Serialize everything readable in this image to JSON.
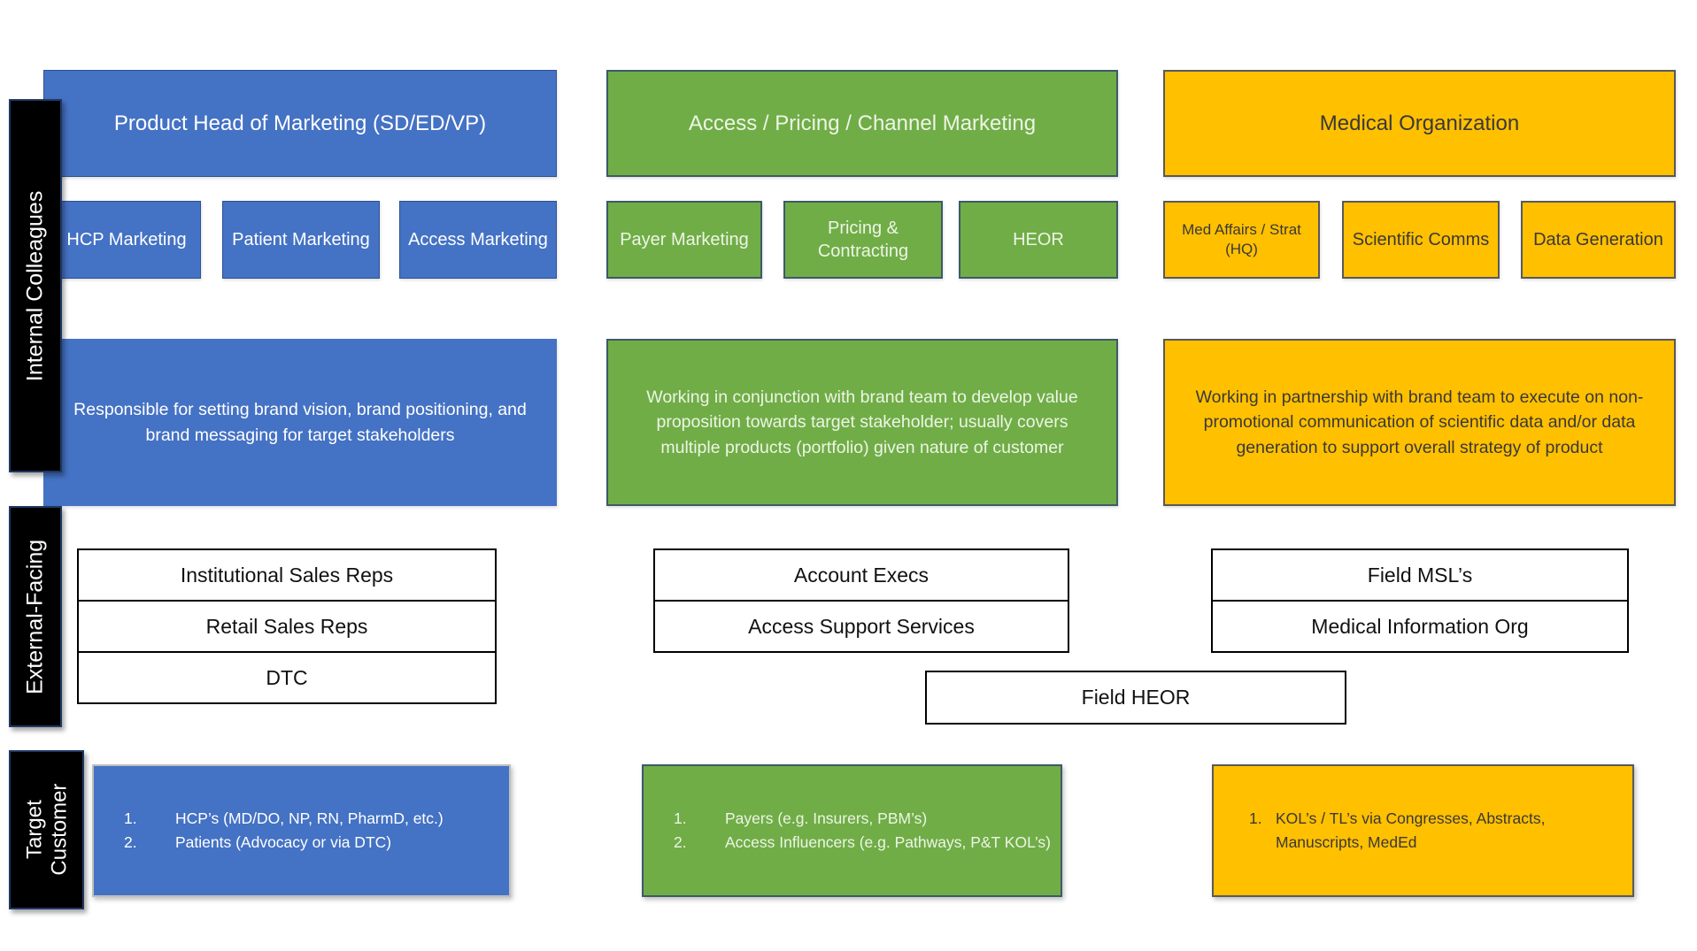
{
  "colors": {
    "blue": "#4472C4",
    "blue_border": "#2F528F",
    "green": "#70AD47",
    "green_border": "#3D5A68",
    "orange": "#FFC000",
    "orange_border": "#595959",
    "label_bg": "#000000",
    "label_border": "#1F3864"
  },
  "row_labels": {
    "internal": "Internal Colleagues",
    "external": "External-Facing",
    "target": "Target Customer"
  },
  "columns": [
    {
      "header": "Product Head of Marketing (SD/ED/VP)",
      "sub_boxes": [
        "HCP Marketing",
        "Patient Marketing",
        "Access Marketing"
      ],
      "description": "Responsible for setting brand vision, brand positioning, and brand messaging for target stakeholders",
      "external_boxes": [
        "Institutional Sales Reps",
        "Retail Sales Reps",
        "DTC"
      ],
      "target_customers": [
        "HCP’s (MD/DO, NP, RN, PharmD, etc.)",
        "Patients (Advocacy or via DTC)"
      ]
    },
    {
      "header": "Access / Pricing / Channel Marketing",
      "sub_boxes": [
        "Payer Marketing",
        "Pricing & Contracting",
        "HEOR"
      ],
      "description": "Working in conjunction with brand team to develop value proposition towards target stakeholder; usually covers multiple products (portfolio) given nature of customer",
      "external_boxes": [
        "Account Execs",
        "Access Support Services"
      ],
      "target_customers": [
        "Payers (e.g. Insurers, PBM’s)",
        "Access Influencers (e.g. Pathways, P&T KOL’s)"
      ]
    },
    {
      "header": "Medical Organization",
      "sub_boxes": [
        "Med Affairs / Strat (HQ)",
        "Scientific Comms",
        "Data Generation"
      ],
      "description": "Working in partnership with brand team to execute on non-promotional communication of scientific data and/or data generation to support overall strategy of product",
      "external_boxes": [
        "Field MSL’s",
        "Medical Information Org"
      ],
      "target_customers": [
        "KOL’s / TL’s via Congresses, Abstracts, Manuscripts, MedEd"
      ]
    }
  ],
  "shared_external_box": "Field HEOR"
}
